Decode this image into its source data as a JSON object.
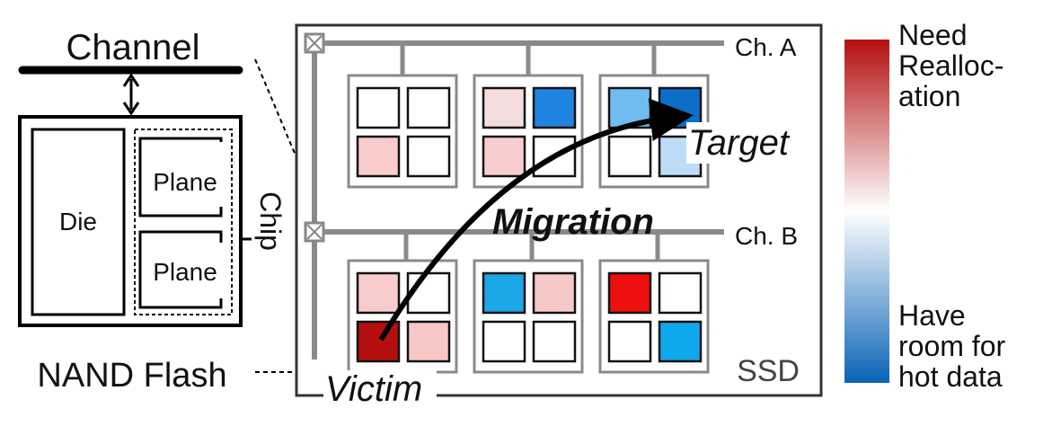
{
  "left": {
    "channel_label": "Channel",
    "die_label": "Die",
    "plane_top_label": "Plane",
    "plane_bottom_label": "Plane",
    "chip_label": "Chip",
    "nand_label": "NAND Flash"
  },
  "ssd": {
    "label": "SSD",
    "channel_a": "Ch. A",
    "channel_b": "Ch. B",
    "target_label": "Target",
    "victim_label": "Victim",
    "migration_label": "Migration",
    "chips": [
      {
        "row": "A",
        "cells": [
          "#ffffff",
          "#ffffff",
          "#f9cbcb",
          "#ffffff"
        ]
      },
      {
        "row": "A",
        "cells": [
          "#f2dcdc",
          "#1e84e0",
          "#f8cdcd",
          "#ffffff"
        ]
      },
      {
        "row": "A",
        "cells": [
          "#6fbdf0",
          "#0c6ec8",
          "#ffffff",
          "#bcdcf7"
        ]
      },
      {
        "row": "B",
        "cells": [
          "#f8cccc",
          "#ffffff",
          "#b30f0f",
          "#f8c8c8"
        ]
      },
      {
        "row": "B",
        "cells": [
          "#1ba6e8",
          "#f7c8c8",
          "#ffffff",
          "#ffffff"
        ]
      },
      {
        "row": "B",
        "cells": [
          "#ee0f0f",
          "#ffffff",
          "#ffffff",
          "#10a8ec"
        ]
      }
    ]
  },
  "legend": {
    "top_label_lines": [
      "Need",
      "Realloc-",
      "ation"
    ],
    "bottom_label_lines": [
      "Have",
      "room for",
      "hot data"
    ],
    "colors": [
      "#b30f0f",
      "#ffffff",
      "#0a63b8"
    ]
  }
}
